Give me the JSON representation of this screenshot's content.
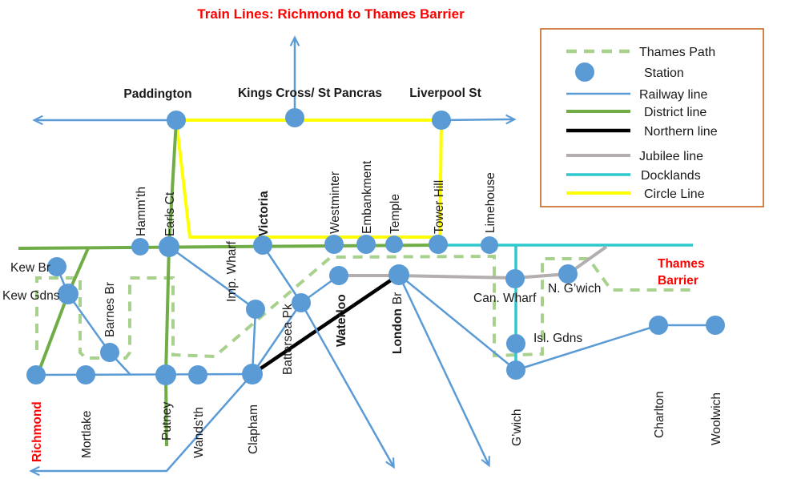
{
  "title": "Train Lines: Richmond to Thames Barrier",
  "colors": {
    "railway": "#5B9BD5",
    "district": "#70AD47",
    "northern": "#000000",
    "jubilee": "#B3AFAF",
    "docklands": "#2FC7CE",
    "circle": "#FFFF00",
    "thames_path": "#A9D18E",
    "station_fill": "#5B9BD5",
    "title_red": "#FF0000",
    "legend_border": "#C55A11"
  },
  "legend": {
    "items": [
      {
        "label": "Thames Path",
        "color": "#A9D18E",
        "style": "dashed"
      },
      {
        "label": "Station",
        "color": "#5B9BD5",
        "style": "circle"
      },
      {
        "label": "Railway line",
        "color": "#5B9BD5",
        "style": "solid"
      },
      {
        "label": "District line",
        "color": "#70AD47",
        "style": "solid"
      },
      {
        "label": "Northern line",
        "color": "#000000",
        "style": "solid"
      },
      {
        "label": "Jubilee line",
        "color": "#B3AFAF",
        "style": "solid"
      },
      {
        "label": "Docklands",
        "color": "#2FC7CE",
        "style": "solid"
      },
      {
        "label": "Circle Line",
        "color": "#FFFF00",
        "style": "solid"
      }
    ]
  },
  "annotations": {
    "thames_barrier_1": "Thames",
    "thames_barrier_2": "Barrier"
  },
  "stations": {
    "paddington": {
      "label": "Paddington"
    },
    "kings_cross": {
      "label": "Kings Cross/ St Pancras"
    },
    "liverpool_st": {
      "label": "Liverpool St"
    },
    "hammersmith": {
      "label": "Hamm’th"
    },
    "earls_ct": {
      "label": "Earls Ct"
    },
    "victoria": {
      "label": "Victoria"
    },
    "westminster": {
      "label": "Westminter"
    },
    "embankment": {
      "label": "Embankment"
    },
    "temple": {
      "label": "Temple"
    },
    "tower_hill": {
      "label": "Tower Hill"
    },
    "limehouse": {
      "label": "Limehouse"
    },
    "kew_br": {
      "label": "Kew Br"
    },
    "kew_gdns": {
      "label": "Kew Gdns"
    },
    "barnes_br": {
      "label": "Barnes Br"
    },
    "imp_wharf": {
      "label": "Imp. Wharf"
    },
    "battersea_pk": {
      "label": "Battersea Pk"
    },
    "waterloo": {
      "label": "Waterloo"
    },
    "london_br": {
      "label_bold": "London",
      "label_suffix": "Br"
    },
    "can_wharf": {
      "label": "Can. Wharf"
    },
    "n_gwich": {
      "label": "N. G’wich"
    },
    "isl_gdns": {
      "label": "Isl. Gdns"
    },
    "gwich": {
      "label": "G’wich"
    },
    "charlton": {
      "label": "Charlton"
    },
    "woolwich": {
      "label": "Woolwich"
    },
    "richmond": {
      "label": "Richmond"
    },
    "mortlake": {
      "label": "Mortlake"
    },
    "putney": {
      "label": "Putney"
    },
    "wandsworth": {
      "label": "Wands’th"
    },
    "clapham": {
      "label": "Clapham"
    }
  }
}
